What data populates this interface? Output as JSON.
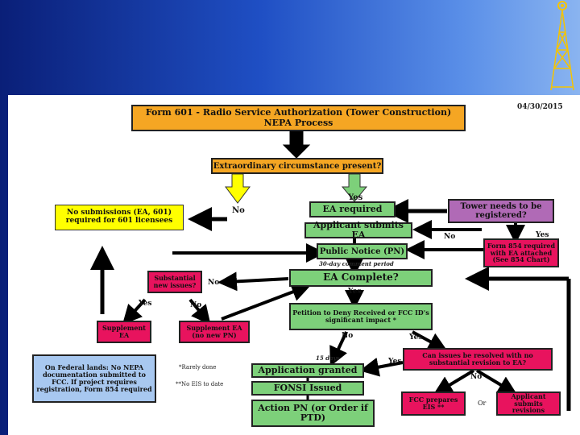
{
  "colors": {
    "orange": "#f5a623",
    "yellow": "#ffff00",
    "green": "#7dd07a",
    "purple": "#b06ab6",
    "magenta": "#e8135e",
    "blue": "#a8c8f0"
  },
  "date": "04/30/2015",
  "title": "Form 601 - Radio Service Authorization (Tower Construction) NEPA Process",
  "extraordinary": "Extraordinary circumstance present?",
  "no_submissions": "No submissions (EA, 601) required for 601 licensees",
  "ea_required": "EA required",
  "applicant_submits_ea": "Applicant submits EA",
  "tower_registered": "Tower needs to be registered?",
  "form854": "Form 854 required with EA attached (See 854 Chart)",
  "public_notice": "Public Notice (PN)",
  "comment_period": "30-day comment period",
  "substantial_issues": "Substantial new issues?",
  "ea_complete": "EA Complete?",
  "petition": "Petition to Deny Received or FCC ID's significant impact *",
  "supplement_ea": "Supplement EA",
  "supplement_ea_pn": "Supplement EA (no new PN)",
  "federal_lands": "On Federal lands: No NEPA documentation submitted to FCC. If project requires registration, Form 854 required",
  "rarely_done": "*Rarely done",
  "no_eis": "**No EIS to date",
  "fifteen_days": "15 days",
  "application_granted": "Application granted",
  "fonsi": "FONSI Issued",
  "action_pn": "Action PN (or Order if PTD)",
  "can_issues": "Can issues be resolved with no substantial revision to EA?",
  "fcc_prepares": "FCC prepares EIS **",
  "or": "Or",
  "applicant_submits_revisions": "Applicant submits revisions",
  "labels": {
    "yes": "Yes",
    "no": "No"
  }
}
